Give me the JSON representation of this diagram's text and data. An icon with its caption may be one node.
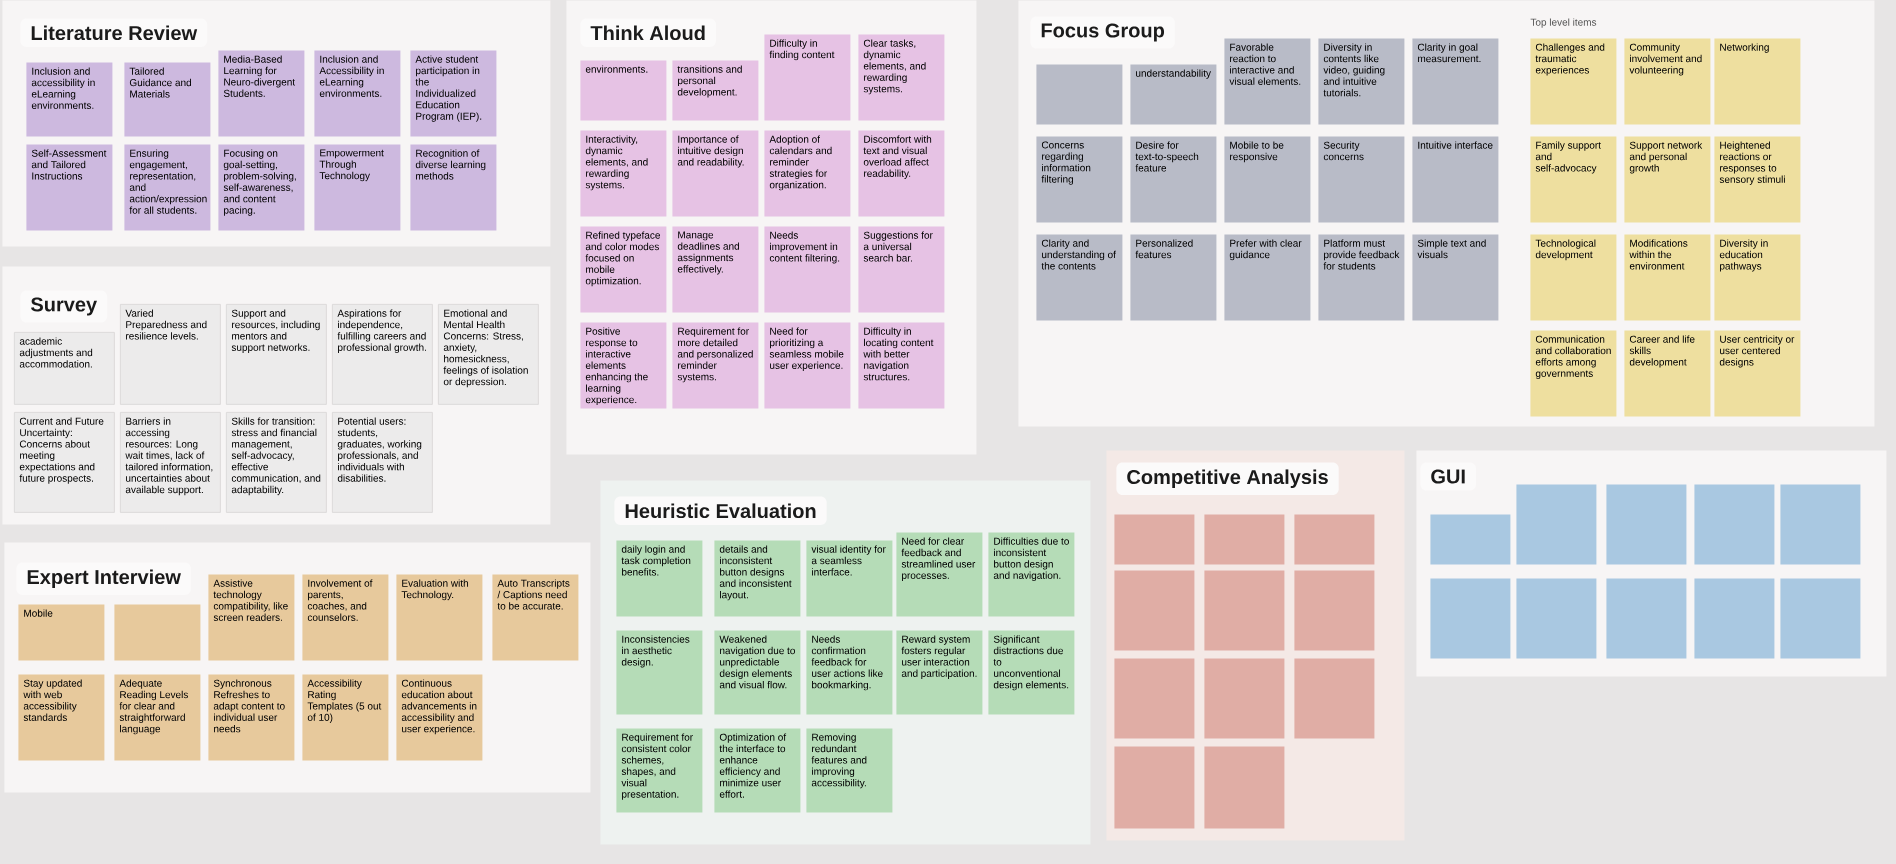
{
  "diagram": {
    "nodes": [
      {
        "text": [
          "Literature Review"
        ]
      },
      {
        "text": [
          "Inclusion and accessibility in eLearning environments."
        ],
        "in": 0
      },
      {
        "text": [
          "Tailored Guidance and Materials"
        ],
        "in": 0
      },
      {
        "text": [
          "Media-Based Learning for Neuro-divergent Students."
        ],
        "in": 0
      },
      {
        "text": [
          "Inclusion and Accessibility in eLearning environments."
        ],
        "in": 0
      },
      {
        "text": [
          "Active student participation in the Individualized Education Program (IEP)."
        ],
        "in": 0
      },
      {
        "text": [
          "Self-Assessment and Tailored Instructions"
        ],
        "in": 0
      },
      {
        "text": [
          "Ensuring engagement, representation, and action/expression for all students."
        ],
        "in": 0
      },
      {
        "text": [
          "Focusing on goal-setting, problem-solving, self-awareness, and content pacing."
        ],
        "in": 0
      },
      {
        "text": [
          "Empowerment Through Technology"
        ],
        "in": 0
      },
      {
        "text": [
          "Recognition of diverse learning methods"
        ],
        "in": 0
      },
      {
        "text": [
          "Survey"
        ]
      },
      {
        "text": [
          "academic adjustments and accommodation."
        ],
        "in": 11
      },
      {
        "text": [
          "Varied Preparedness and resilience levels."
        ],
        "in": 11
      },
      {
        "text": [
          "Support and resources, including mentors and support networks."
        ],
        "in": 11
      },
      {
        "text": [
          "Aspirations for independence, fulfilling careers and professional growth."
        ],
        "in": 11
      },
      {
        "text": [
          "Emotional and Mental Health Concerns: Stress, anxiety, homesickness, feelings of isolation or depression."
        ],
        "in": 11
      },
      {
        "text": [
          "Current and Future Uncertainty: Concerns about meeting expectations and future prospects."
        ],
        "in": 11
      },
      {
        "text": [
          "Barriers in accessing resources: Long wait times, lack of tailored information, uncertainties about available support."
        ],
        "in": 11
      },
      {
        "text": [
          "Skills for transition: stress and financial management, self-advocacy, effective communication, and adaptability."
        ],
        "in": 11
      },
      {
        "text": [
          "Potential users: students, graduates, working professionals, and individuals with disabilities."
        ],
        "in": 11
      },
      {
        "text": [
          "Think Aloud"
        ]
      },
      {
        "text": [
          "environments."
        ],
        "in": 21
      },
      {
        "text": [
          "transitions and personal development."
        ],
        "in": 21
      },
      {
        "text": [
          "Difficulty in finding content"
        ],
        "in": 21
      },
      {
        "text": [
          "Clear tasks, dynamic elements, and rewarding systems."
        ],
        "in": 21
      },
      {
        "text": [
          "Interactivity, dynamic elements, and rewarding systems."
        ],
        "in": 21
      },
      {
        "text": [
          "Importance of intuitive design and readability."
        ],
        "in": 21
      },
      {
        "text": [
          "Adoption of calendars and reminder strategies for organization."
        ],
        "in": 21
      },
      {
        "text": [
          "Discomfort with text and visual overload affect readability."
        ],
        "in": 21
      },
      {
        "text": [
          "Refined typeface and color modes focused on mobile optimization."
        ],
        "in": 21
      },
      {
        "text": [
          "Manage deadlines and assignments effectively."
        ],
        "in": 21
      },
      {
        "text": [
          "Needs improvement in content filtering."
        ],
        "in": 21
      },
      {
        "text": [
          "Suggestions for a universal search bar."
        ],
        "in": 21
      },
      {
        "text": [
          "Positive response to interactive elements enhancing the learning experience."
        ],
        "in": 21
      },
      {
        "text": [
          "Requirement for more detailed and personalized reminder systems."
        ],
        "in": 21
      },
      {
        "text": [
          "Need for prioritizing a seamless mobile user experience."
        ],
        "in": 21
      },
      {
        "text": [
          "Difficulty in locating content with better navigation structures."
        ],
        "in": 21
      },
      {
        "text": [
          "Focus Group"
        ]
      },
      {
        "text": [],
        "shape": "box",
        "in": 38
      },
      {
        "text": [
          "understandability"
        ],
        "in": 38
      },
      {
        "text": [
          "Favorable reaction to interactive and visual elements."
        ],
        "in": 38
      },
      {
        "text": [
          "Diversity in contents like video, guiding and intuitive tutorials."
        ],
        "in": 38
      },
      {
        "text": [
          "Clarity in goal measurement."
        ],
        "in": 38
      },
      {
        "text": [
          "Concerns regarding information filtering"
        ],
        "in": 38
      },
      {
        "text": [
          "Desire for text-to-speech feature"
        ],
        "in": 38
      },
      {
        "text": [
          "Mobile to be responsive"
        ],
        "in": 38
      },
      {
        "text": [
          "Security concerns"
        ],
        "in": 38
      },
      {
        "text": [
          "Intuitive interface"
        ],
        "in": 38
      },
      {
        "text": [
          "Clarity and understanding of the contents"
        ],
        "in": 38
      },
      {
        "text": [
          "Personalized features"
        ],
        "in": 38
      },
      {
        "text": [
          "Prefer with clear guidance"
        ],
        "in": 38
      },
      {
        "text": [
          "Platform must provide feedback for students"
        ],
        "in": 38
      },
      {
        "text": [
          "Simple text and visuals"
        ],
        "in": 38
      },
      {
        "text": [
          "Challenges and traumatic experiences"
        ],
        "in": 38
      },
      {
        "text": [
          "Community involvement and volunteering"
        ],
        "in": 38
      },
      {
        "text": [
          "Networking"
        ],
        "in": 38
      },
      {
        "text": [
          "Family support and self-advocacy"
        ],
        "in": 38
      },
      {
        "text": [
          "Support network and personal growth"
        ],
        "in": 38
      },
      {
        "text": [
          "Heightened reactions or responses to sensory stimuli"
        ],
        "in": 38
      },
      {
        "text": [
          "Technological development"
        ],
        "in": 38
      },
      {
        "text": [
          "Modifications within the environment"
        ],
        "in": 38
      },
      {
        "text": [
          "Diversity in education pathways"
        ],
        "in": 38
      },
      {
        "text": [
          "Communication and collaboration efforts among governments"
        ],
        "in": 38
      },
      {
        "text": [
          "Career and life skills development"
        ],
        "in": 38
      },
      {
        "text": [
          "User centricity or user centered designs"
        ],
        "in": 38
      },
      {
        "text": [
          "Expert Interview"
        ]
      },
      {
        "text": [
          "Mobile"
        ],
        "in": 66
      },
      {
        "text": [],
        "shape": "box",
        "in": 66
      },
      {
        "text": [
          "Assistive technology compatibility, like screen readers."
        ],
        "in": 66
      },
      {
        "text": [
          "Involvement of parents, coaches, and counselors."
        ],
        "in": 66
      },
      {
        "text": [
          "Evaluation with Technology."
        ],
        "in": 66
      },
      {
        "text": [
          "Auto Transcripts / Captions need to be accurate."
        ],
        "in": 66
      },
      {
        "text": [
          "Stay updated with web accessibility standards"
        ],
        "in": 66
      },
      {
        "text": [
          "Adequate Reading Levels for clear and straightforward language"
        ],
        "in": 66
      },
      {
        "text": [
          "Synchronous Refreshes to adapt content to individual user needs"
        ],
        "in": 66
      },
      {
        "text": [
          "Accessibility Rating Templates (5 out of 10)"
        ],
        "in": 66
      },
      {
        "text": [
          "Continuous education about advancements in accessibility and user experience."
        ],
        "in": 66
      },
      {
        "text": [
          "Heuristic Evaluation"
        ]
      },
      {
        "text": [
          "daily login and task completion benefits."
        ],
        "in": 78
      },
      {
        "text": [
          "details and inconsistent button designs and inconsistent layout."
        ],
        "in": 78
      },
      {
        "text": [
          "visual identity for a seamless interface."
        ],
        "in": 78
      },
      {
        "text": [
          "Need for clear feedback and streamlined user processes."
        ],
        "in": 78
      },
      {
        "text": [
          "Difficulties due to inconsistent button design and navigation."
        ],
        "in": 78
      },
      {
        "text": [
          "Inconsistencies in aesthetic design."
        ],
        "in": 78
      },
      {
        "text": [
          "Weakened navigation due to unpredictable design elements and visual flow."
        ],
        "in": 78
      },
      {
        "text": [
          "Needs confirmation feedback for user actions like bookmarking."
        ],
        "in": 78
      },
      {
        "text": [
          "Reward system fosters regular user interaction and participation."
        ],
        "in": 78
      },
      {
        "text": [
          "Significant distractions due to unconventional design elements."
        ],
        "in": 78
      },
      {
        "text": [
          "Requirement for consistent color schemes, shapes, and visual presentation."
        ],
        "in": 78
      },
      {
        "text": [
          "Optimization of the interface to enhance efficiency and minimize user effort."
        ],
        "in": 78
      },
      {
        "text": [
          "Removing redundant features and improving accessibility."
        ],
        "in": 78
      },
      {
        "text": [
          "Competitive Analysis"
        ]
      },
      {
        "text": [],
        "shape": "box",
        "in": 92
      },
      {
        "text": [],
        "shape": "box",
        "in": 92
      },
      {
        "text": [],
        "shape": "box",
        "in": 92
      },
      {
        "text": [],
        "shape": "box",
        "in": 92
      },
      {
        "text": [],
        "shape": "box",
        "in": 92
      },
      {
        "text": [],
        "shape": "box",
        "in": 92
      },
      {
        "text": [],
        "shape": "box",
        "in": 92
      },
      {
        "text": [],
        "shape": "box",
        "in": 92
      },
      {
        "text": [],
        "shape": "box",
        "in": 92
      },
      {
        "text": [],
        "shape": "box",
        "in": 92
      },
      {
        "text": [],
        "shape": "box",
        "in": 92
      },
      {
        "text": [
          "GUI"
        ]
      },
      {
        "text": [],
        "shape": "box",
        "in": 104
      },
      {
        "text": [],
        "shape": "box",
        "in": 104
      },
      {
        "text": [],
        "shape": "box",
        "in": 104
      },
      {
        "text": [],
        "shape": "box",
        "in": 104
      },
      {
        "text": [],
        "shape": "box",
        "in": 104
      },
      {
        "text": [],
        "shape": "box",
        "in": 104
      },
      {
        "text": [],
        "shape": "box",
        "in": 104
      },
      {
        "text": [],
        "shape": "box",
        "in": 104
      },
      {
        "text": [],
        "shape": "box",
        "in": 104
      },
      {
        "text": [],
        "shape": "box",
        "in": 104
      }
    ],
    "labels": [
      "Top level items"
    ]
  }
}
